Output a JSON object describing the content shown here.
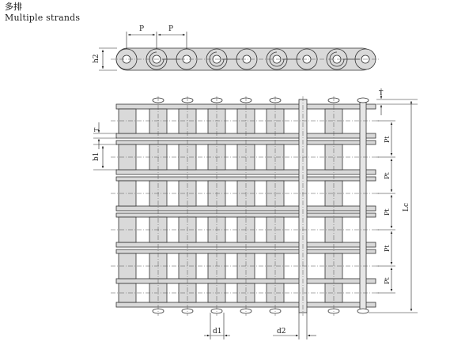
{
  "caption": {
    "chinese": "多排",
    "english": "Multiple strands"
  },
  "labels": {
    "P_left": "P",
    "P_right": "P",
    "h2": "h2",
    "T_top": "T",
    "T_left": "T",
    "b1": "b1",
    "Pt": [
      "Pt",
      "Pt",
      "Pt",
      "Pt",
      "Pt"
    ],
    "Lc": "Lc",
    "d1": "d1",
    "d2": "d2"
  },
  "colors": {
    "fill": "#d9d9d9",
    "stroke": "#333333",
    "center": "#555555"
  }
}
